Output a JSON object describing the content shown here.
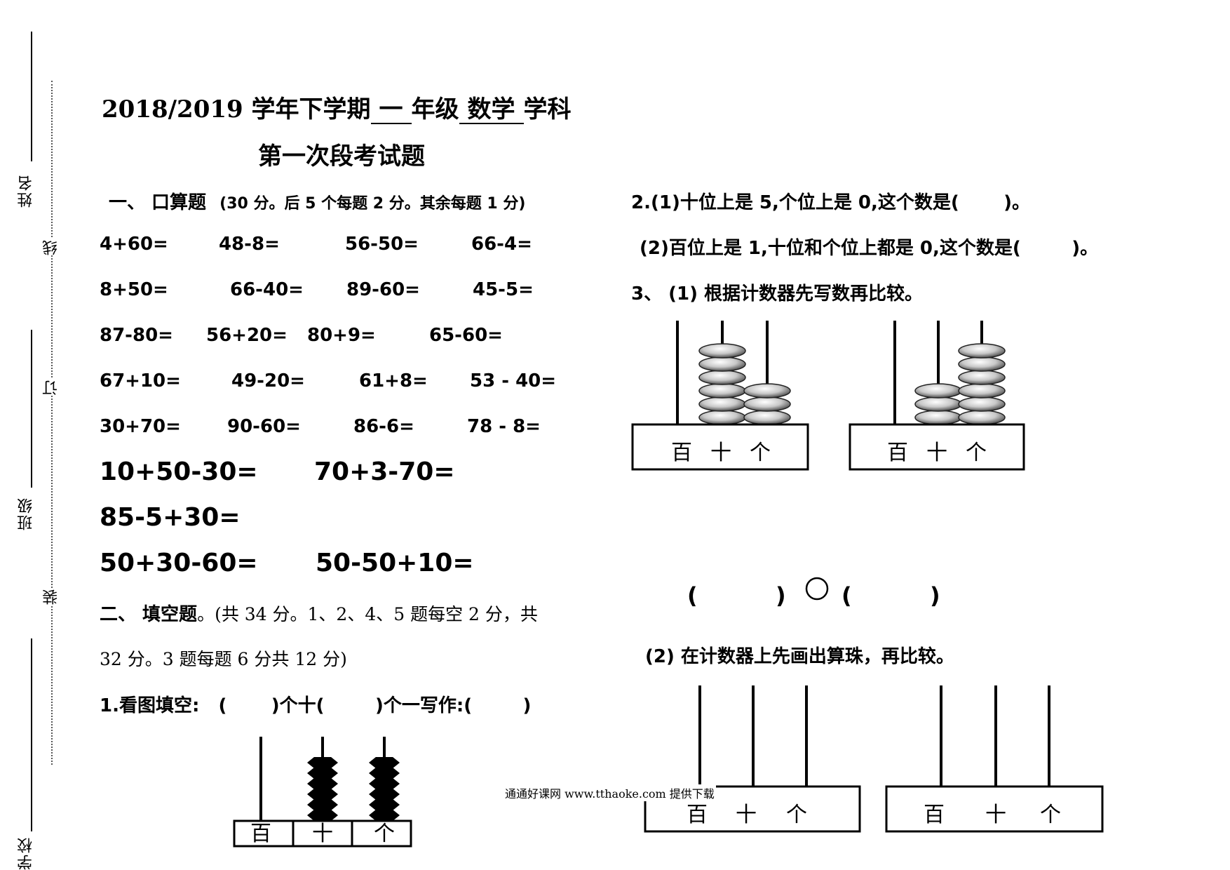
{
  "margin": {
    "name_label": "姓名",
    "line_char": "线",
    "order_char": "订",
    "class_label": "班级",
    "binding_char": "装",
    "school_label": "学校"
  },
  "header": {
    "title_prefix": "2018/2019 学年下学期",
    "grade": "一",
    "grade_suffix": "年级",
    "subject": "数学",
    "subject_suffix": "学科",
    "subtitle": "第一次段考试题"
  },
  "section1": {
    "heading": "一、  口算题",
    "note": "(30 分。后 5 个每题 2 分。其余每题 1 分)",
    "rows": [
      [
        "4+60=",
        "48-8=",
        "56-50=",
        "66-4="
      ],
      [
        "8+50=",
        "66-40=",
        "89-60=",
        "45-5="
      ],
      [
        "87-80=",
        "56+20=",
        "80+9=",
        "65-60="
      ],
      [
        "67+10=",
        "49-20=",
        "61+8=",
        "53 - 40="
      ],
      [
        "30+70=",
        "90-60=",
        "86-6=",
        "78 - 8="
      ]
    ],
    "large_rows": [
      [
        "10+50-30=",
        "70+3-70="
      ],
      [
        "85-5+30="
      ],
      [
        "50+30-60=",
        "50-50+10="
      ]
    ]
  },
  "section2": {
    "heading": "二、  填空题",
    "note_line1": "。(共 34 分。1、2、4、5 题每空 2 分，共",
    "note_line2": "32 分。3 题每题 6 分共 12 分)",
    "q1": "1.看图填空:   (       )个十(        )个一写作:(        )",
    "q1_abacus_labels": [
      "百",
      "十",
      "个"
    ]
  },
  "right": {
    "q2_1": "2.(1)十位上是 5,个位上是 0,这个数是(       )。",
    "q2_2": "(2)百位上是 1,十位和个位上都是 0,这个数是(        )。",
    "q3_1": "3、 (1) 根据计数器先写数再比较。",
    "abacus_labels": [
      "百",
      "十",
      "个"
    ],
    "compare_left": "(          )",
    "compare_right": "(          )",
    "q3_2": "(2) 在计数器上先画出算珠，再比较。"
  },
  "watermark": "通通好课网  www.tthaoke.com  提供下载"
}
